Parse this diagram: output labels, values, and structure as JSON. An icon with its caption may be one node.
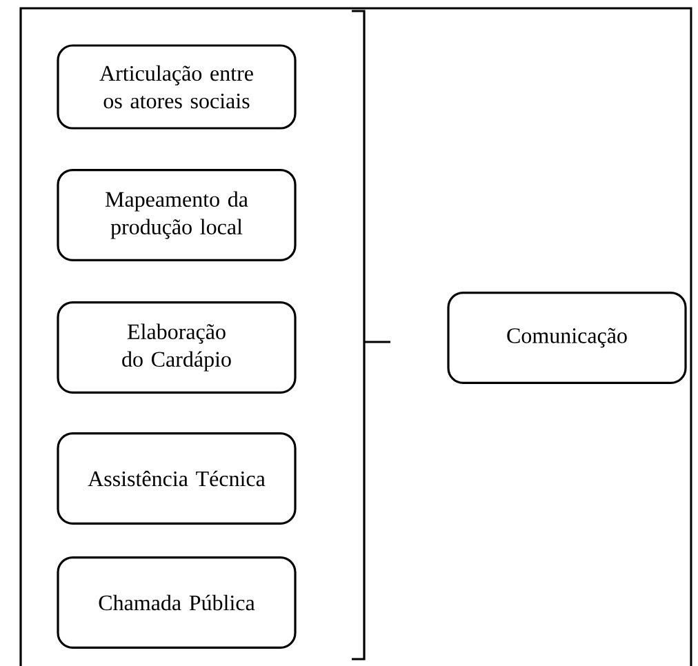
{
  "diagram": {
    "nodes": [
      {
        "text": [
          "Articulação entre os atores sociais"
        ]
      },
      {
        "text": [
          "Mapeamento da produção local"
        ]
      },
      {
        "text": [
          "Elaboração do Cardápio"
        ]
      },
      {
        "text": [
          "Assistência Técnica"
        ]
      },
      {
        "text": [
          "Chamada Pública"
        ]
      },
      {
        "text": [
          "Comunicação"
        ]
      }
    ]
  }
}
